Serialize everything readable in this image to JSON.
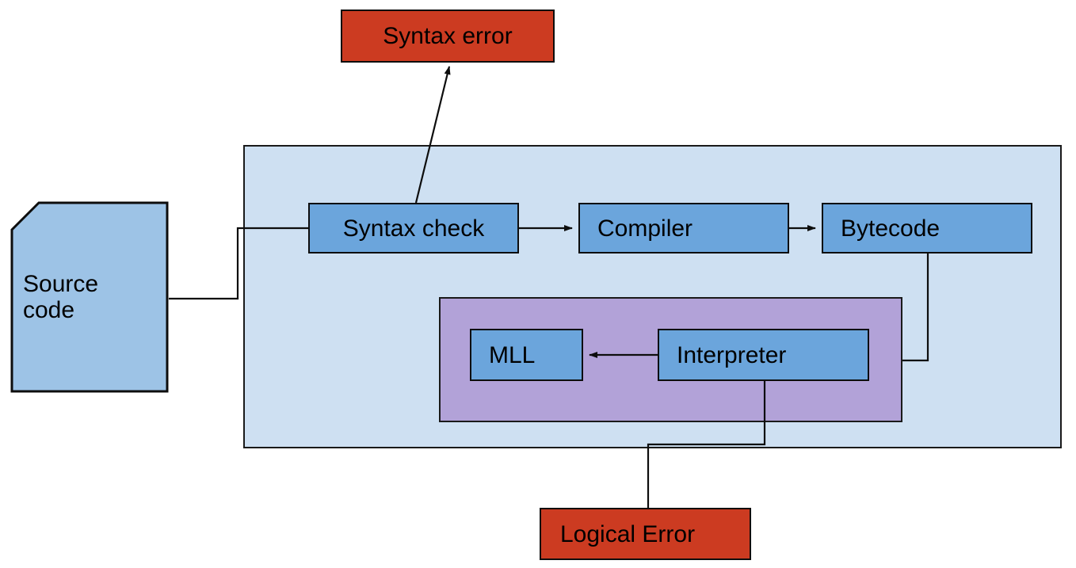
{
  "diagram": {
    "title": "Language processing pipeline diagram",
    "type": "flowchart",
    "background": "#ffffff",
    "colors": {
      "process_fill": "#6ba5dc",
      "error_fill": "#cc3b21",
      "outer_container_fill": "#cee0f2",
      "inner_container_fill": "#b2a2d8",
      "source_fill": "#9dc3e6",
      "stroke": "#0d0d0d"
    },
    "nodes": {
      "source_code": {
        "label": "Source\ncode",
        "shape": "document-cut-corner"
      },
      "syntax_error": {
        "label": "Syntax error",
        "shape": "rectangle",
        "kind": "error"
      },
      "syntax_check": {
        "label": "Syntax check",
        "shape": "rectangle",
        "kind": "process"
      },
      "compiler": {
        "label": "Compiler",
        "shape": "rectangle",
        "kind": "process"
      },
      "bytecode": {
        "label": "Bytecode",
        "shape": "rectangle",
        "kind": "process"
      },
      "mll": {
        "label": "MLL",
        "shape": "rectangle",
        "kind": "process"
      },
      "interpreter": {
        "label": "Interpreter",
        "shape": "rectangle",
        "kind": "process"
      },
      "logical_error": {
        "label": "Logical Error",
        "shape": "rectangle",
        "kind": "error"
      }
    },
    "containers": {
      "outer": {
        "label": "",
        "fill": "#cee0f2"
      },
      "inner": {
        "label": "",
        "fill": "#b2a2d8"
      }
    },
    "edges": [
      {
        "from": "source_code",
        "to": "syntax_check",
        "arrow": false,
        "style": "orthogonal"
      },
      {
        "from": "syntax_check",
        "to": "syntax_error",
        "arrow": true,
        "style": "straight"
      },
      {
        "from": "syntax_check",
        "to": "compiler",
        "arrow": true,
        "style": "straight"
      },
      {
        "from": "compiler",
        "to": "bytecode",
        "arrow": true,
        "style": "straight"
      },
      {
        "from": "bytecode",
        "to": "interpreter",
        "arrow": false,
        "style": "orthogonal"
      },
      {
        "from": "interpreter",
        "to": "mll",
        "arrow": true,
        "style": "straight"
      },
      {
        "from": "interpreter",
        "to": "logical_error",
        "arrow": false,
        "style": "orthogonal"
      }
    ]
  }
}
